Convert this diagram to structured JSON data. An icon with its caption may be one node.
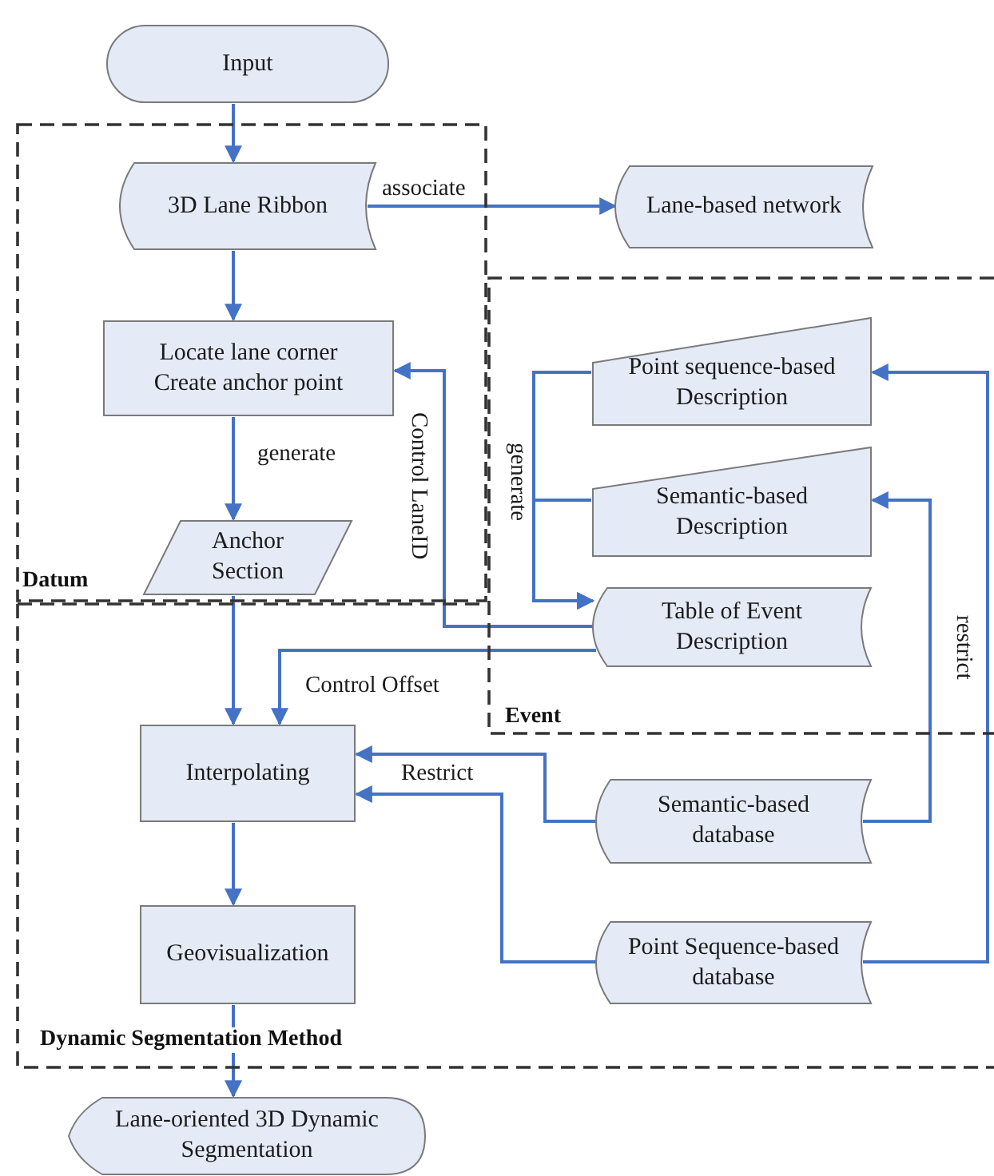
{
  "diagram": {
    "nodes": [
      {
        "text": [
          "Input"
        ]
      },
      {
        "text": [
          "Datum"
        ]
      },
      {
        "text": [
          "3D Lane Ribbon"
        ],
        "in": 1
      },
      {
        "text": [
          "Lane-based network"
        ]
      },
      {
        "text": [
          "Locate lane corner Create anchor point"
        ],
        "in": 1
      },
      {
        "text": [
          "Anchor Section"
        ],
        "in": 1
      },
      {
        "text": [
          "Event"
        ]
      },
      {
        "text": [
          "Point sequence-based Description"
        ],
        "in": 6
      },
      {
        "text": [
          "Semantic-based Description"
        ],
        "in": 6
      },
      {
        "text": [
          "Table of Event Description"
        ],
        "in": 6
      },
      {
        "text": [
          "Dynamic Segmentation Method"
        ]
      },
      {
        "text": [
          "Interpolating"
        ],
        "in": 10
      },
      {
        "text": [
          "Semantic-based database"
        ],
        "in": 10
      },
      {
        "text": [
          "Geovisualization"
        ],
        "in": 10
      },
      {
        "text": [
          "Point Sequence-based database"
        ],
        "in": 10
      },
      {
        "text": [
          "Lane-oriented 3D Dynamic Segmentation"
        ]
      }
    ],
    "edges": [
      {
        "from": 0,
        "to": 2,
        "arrow": "to"
      },
      {
        "from": 2,
        "to": 3,
        "arrow": "to",
        "label": "associate"
      },
      {
        "from": 2,
        "to": 4,
        "arrow": "to"
      },
      {
        "from": 4,
        "to": 5,
        "arrow": "to",
        "label": "generate"
      },
      {
        "from": 5,
        "to": 11,
        "arrow": "to"
      },
      {
        "from": 9,
        "to": 4,
        "arrow": "to",
        "label": "Control LaneID"
      },
      {
        "from": 9,
        "to": 11,
        "arrow": "to",
        "label": "Control Offset"
      },
      {
        "from": 7,
        "to": 9,
        "arrow": "to",
        "label": "generate"
      },
      {
        "from": 8,
        "to": 9,
        "arrow": "to"
      },
      {
        "from": 12,
        "to": 8,
        "arrow": "to"
      },
      {
        "from": 14,
        "to": 7,
        "arrow": "to",
        "label": "restrict"
      },
      {
        "from": 12,
        "to": 11,
        "arrow": "to"
      },
      {
        "from": 14,
        "to": 11,
        "arrow": "to",
        "label": "Restrict"
      },
      {
        "from": 11,
        "to": 13,
        "arrow": "to"
      },
      {
        "from": 13,
        "to": 15,
        "arrow": "to"
      }
    ]
  }
}
